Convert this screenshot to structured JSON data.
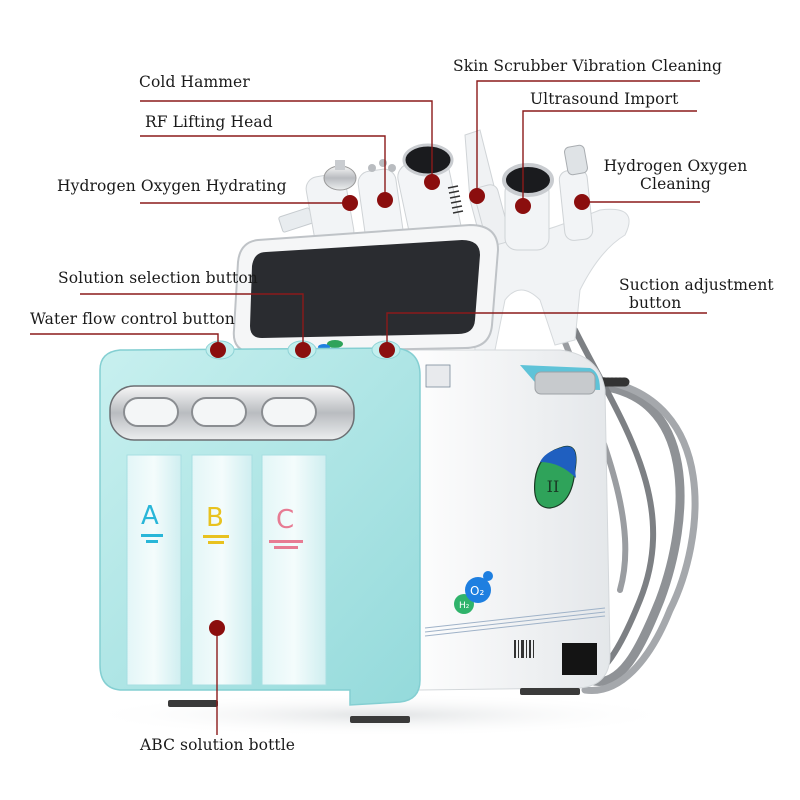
{
  "diagram": {
    "subject": "7-in-1 hydrogen oxygen facial machine (H2O2 small bubble)",
    "annotation_color": "#8b1a1a",
    "dot_color": "#8b0e0e",
    "labels": {
      "cold_hammer": "Cold Hammer",
      "rf_lifting_head": "RF Lifting Head",
      "hydrogen_oxygen_hydrating": "Hydrogen Oxygen Hydrating",
      "skin_scrubber": "Skin Scrubber Vibration Cleaning",
      "ultrasound_import": "Ultrasound Import",
      "hydrogen_oxygen_cleaning_line1": "Hydrogen Oxygen",
      "hydrogen_oxygen_cleaning_line2": "Cleaning",
      "solution_selection_button": "Solution selection button",
      "water_flow_control_button": "Water flow control button",
      "suction_adjustment_line1": "Suction adjustment",
      "suction_adjustment_line2": "button",
      "abc_solution_bottle": "ABC solution bottle"
    },
    "bottles": [
      {
        "letter": "A",
        "color": "#29b6d8"
      },
      {
        "letter": "B",
        "color": "#e8c21f"
      },
      {
        "letter": "C",
        "color": "#e77b93"
      }
    ],
    "badge": {
      "text": "II",
      "top_color": "#1f5fc0",
      "bottom_color": "#2fa35a"
    },
    "logo": {
      "h2": "H2",
      "o2": "O2"
    },
    "device_colors": {
      "teal_body": "#aee6e6",
      "teal_dark": "#7fd0d3",
      "white_body": "#f4f6f8",
      "screen": "#2a2c30",
      "hose": "#8f9296"
    }
  }
}
